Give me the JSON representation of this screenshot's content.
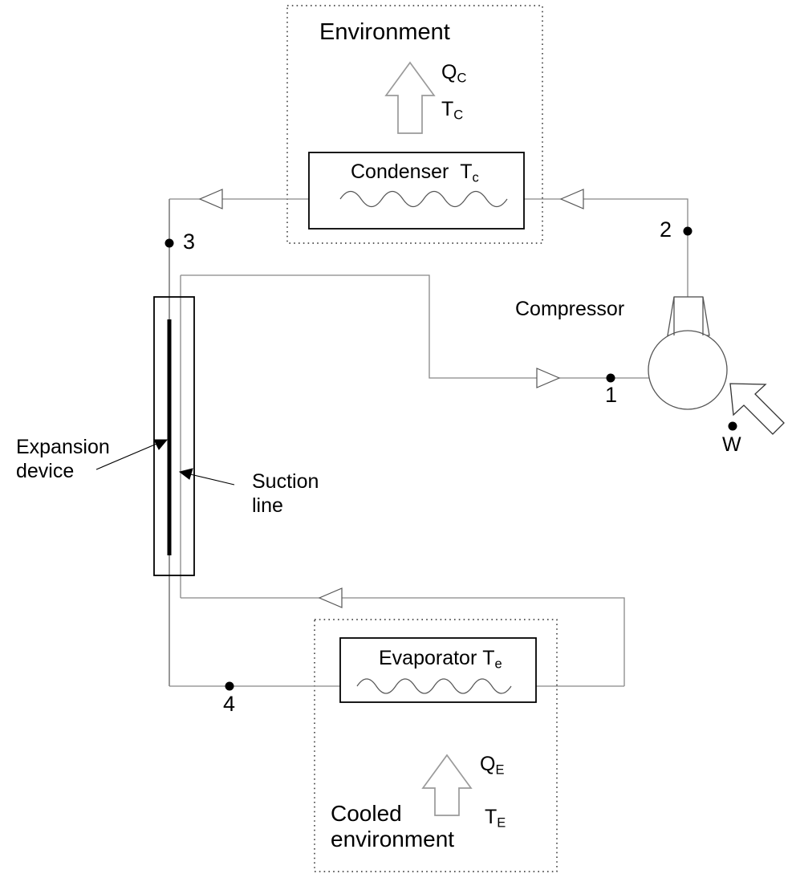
{
  "diagram": {
    "title": "Vapor-compression refrigeration cycle schematic",
    "type": "process-flow-diagram"
  },
  "zones": {
    "environment": {
      "label": "Environment",
      "heat_symbol": "Q",
      "heat_sub": "C",
      "temp_symbol": "T",
      "temp_sub": "C",
      "arrow_direction": "up",
      "border_style": "dotted"
    },
    "cooled_environment": {
      "label_line1": "Cooled",
      "label_line2": "environment",
      "heat_symbol": "Q",
      "heat_sub": "E",
      "temp_symbol": "T",
      "temp_sub": "E",
      "arrow_direction": "up",
      "border_style": "dotted"
    }
  },
  "components": {
    "condenser": {
      "label": "Condenser",
      "temp_symbol": "T",
      "temp_sub": "c"
    },
    "evaporator": {
      "label": "Evaporator",
      "temp_symbol": "T",
      "temp_sub": "e"
    },
    "compressor": {
      "label": "Compressor",
      "work_symbol": "W"
    },
    "expansion_device": {
      "label_line1": "Expansion",
      "label_line2": "device"
    },
    "suction_line": {
      "label_line1": "Suction",
      "label_line2": "line"
    }
  },
  "state_points": [
    {
      "id": "1",
      "label": "1"
    },
    {
      "id": "2",
      "label": "2"
    },
    {
      "id": "3",
      "label": "3"
    },
    {
      "id": "4",
      "label": "4"
    }
  ],
  "colors": {
    "line": "#808080",
    "outline": "#000000",
    "background": "#ffffff"
  }
}
